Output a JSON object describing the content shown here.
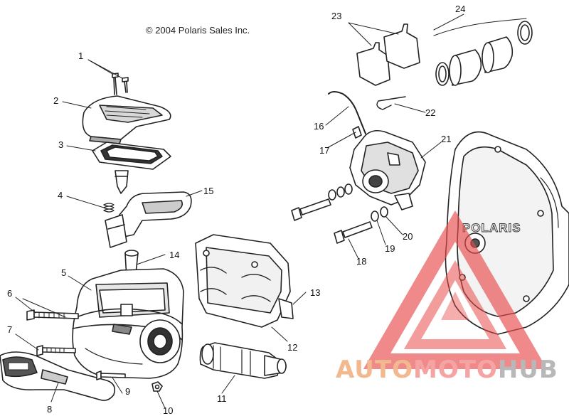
{
  "copyright": "© 2004 Polaris Sales Inc.",
  "callouts": [
    {
      "id": "1",
      "label": "1"
    },
    {
      "id": "2",
      "label": "2"
    },
    {
      "id": "3",
      "label": "3"
    },
    {
      "id": "4",
      "label": "4"
    },
    {
      "id": "5",
      "label": "5"
    },
    {
      "id": "6",
      "label": "6"
    },
    {
      "id": "7",
      "label": "7"
    },
    {
      "id": "8",
      "label": "8"
    },
    {
      "id": "9",
      "label": "9"
    },
    {
      "id": "10",
      "label": "10"
    },
    {
      "id": "11",
      "label": "11"
    },
    {
      "id": "12",
      "label": "12"
    },
    {
      "id": "13",
      "label": "13"
    },
    {
      "id": "14",
      "label": "14"
    },
    {
      "id": "15",
      "label": "15"
    },
    {
      "id": "16",
      "label": "16"
    },
    {
      "id": "17",
      "label": "17"
    },
    {
      "id": "18",
      "label": "18"
    },
    {
      "id": "19",
      "label": "19"
    },
    {
      "id": "20",
      "label": "20"
    },
    {
      "id": "21",
      "label": "21"
    },
    {
      "id": "22",
      "label": "22"
    },
    {
      "id": "23",
      "label": "23"
    },
    {
      "id": "24",
      "label": "24"
    }
  ],
  "cover_logo": "POLARIS",
  "watermark": {
    "part1": "AUTO",
    "part2": "MOTO",
    "part3": "HUB"
  },
  "colors": {
    "line": "#222222",
    "watermark_red": "#e84a4a",
    "watermark_orange": "#f0a060",
    "watermark_gray": "#aaaaaa"
  }
}
